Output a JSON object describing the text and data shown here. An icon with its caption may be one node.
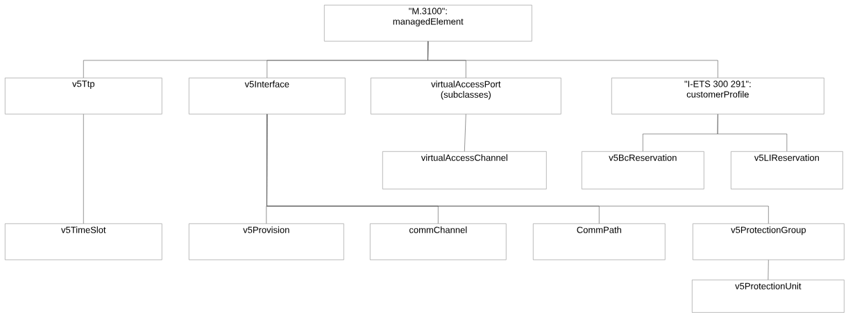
{
  "diagram": {
    "nodes": [
      {
        "text": [
          "\"M.3100\": managedElement"
        ]
      },
      {
        "text": [
          "v5Ttp"
        ]
      },
      {
        "text": [
          "v5Interface"
        ]
      },
      {
        "text": [
          "virtualAccessPort (subclasses)"
        ]
      },
      {
        "text": [
          "\"I-ETS 300 291\": customerProfile"
        ]
      },
      {
        "text": [
          "virtualAccessChannel"
        ]
      },
      {
        "text": [
          "v5BcReservation"
        ]
      },
      {
        "text": [
          "v5LIReservation"
        ]
      },
      {
        "text": [
          "v5TimeSlot"
        ]
      },
      {
        "text": [
          "v5Provision"
        ]
      },
      {
        "text": [
          "commChannel"
        ]
      },
      {
        "text": [
          "CommPath"
        ]
      },
      {
        "text": [
          "v5ProtectionGroup"
        ]
      },
      {
        "text": [
          "v5ProtectionUnit"
        ]
      }
    ],
    "edges": [
      {
        "from": 0,
        "to": 1,
        "arrow": "none"
      },
      {
        "from": 0,
        "to": 2,
        "arrow": "none"
      },
      {
        "from": 0,
        "to": 3,
        "arrow": "none"
      },
      {
        "from": 0,
        "to": 4,
        "arrow": "none"
      },
      {
        "from": 3,
        "to": 5,
        "arrow": "none"
      },
      {
        "from": 4,
        "to": 6,
        "arrow": "none"
      },
      {
        "from": 4,
        "to": 7,
        "arrow": "none"
      },
      {
        "from": 1,
        "to": 8,
        "arrow": "none"
      },
      {
        "from": 2,
        "to": 9,
        "arrow": "none"
      },
      {
        "from": 2,
        "to": 10,
        "arrow": "none"
      },
      {
        "from": 2,
        "to": 11,
        "arrow": "none"
      },
      {
        "from": 2,
        "to": 12,
        "arrow": "none"
      },
      {
        "from": 12,
        "to": 13,
        "arrow": "none"
      }
    ]
  }
}
